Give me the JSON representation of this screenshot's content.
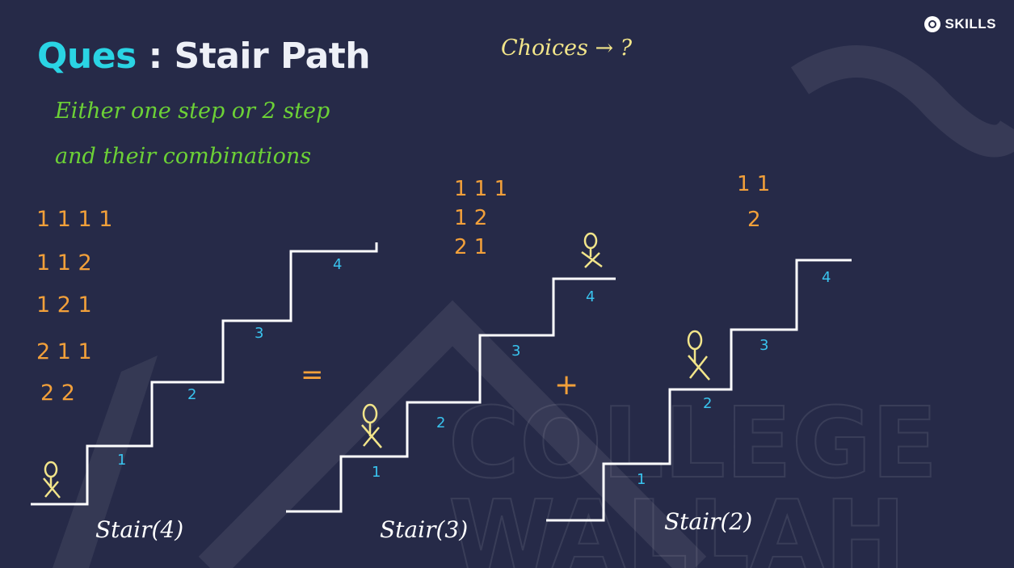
{
  "header": {
    "title_prefix": "Ques",
    "title_main": " : Stair Path",
    "brand": "SKILLS"
  },
  "annotations": {
    "choices_note": "Choices → ?",
    "rule_line1": "Either one step or 2 step",
    "rule_line2": "and their combinations"
  },
  "combos_4": [
    "1 1 1 1",
    "1 1 2",
    "1 2 1",
    "2 1 1",
    "2 2"
  ],
  "combos_3": [
    "1 1 1",
    "1 2",
    "2 1"
  ],
  "combos_2": [
    "1 1",
    "2"
  ],
  "operators": {
    "equals": "=",
    "plus": "+"
  },
  "stairs": [
    {
      "label": "Stair(4)",
      "step_numbers": [
        "1",
        "2",
        "3",
        "4"
      ]
    },
    {
      "label": "Stair(3)",
      "step_numbers": [
        "1",
        "2",
        "3",
        "4"
      ]
    },
    {
      "label": "Stair(2)",
      "step_numbers": [
        "1",
        "2",
        "3",
        "4"
      ]
    }
  ],
  "watermark": {
    "line1": "COLLEGE",
    "line2": "WALLAH"
  },
  "colors": {
    "background": "#262a48",
    "title_accent": "#2ad4e4",
    "green_note": "#6cd136",
    "orange_combo": "#f2a03a",
    "yellow_note": "#f2e58a",
    "step_number": "#39c3ee",
    "stairs": "#ffffff"
  }
}
